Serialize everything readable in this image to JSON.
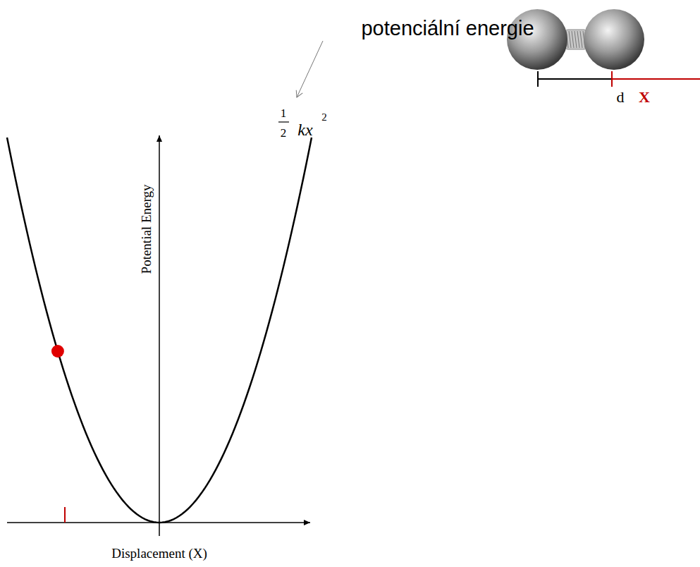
{
  "diagram": {
    "labels": [
      "potenciální energie",
      "1",
      "2",
      "kx",
      "2",
      "Potential Energy",
      "Displacement (X)",
      "d",
      "X"
    ]
  }
}
